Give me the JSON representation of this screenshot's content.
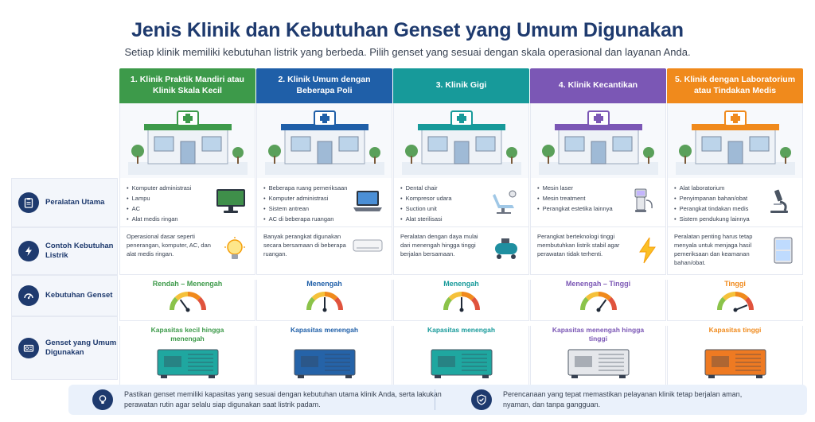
{
  "header": {
    "title": "Jenis Klinik dan Kebutuhan Genset yang Umum Digunakan",
    "subtitle": "Setiap klinik memiliki kebutuhan listrik yang berbeda. Pilih genset yang sesuai dengan skala operasional dan layanan Anda."
  },
  "rows": {
    "equipment": "Peralatan Utama",
    "electric": "Contoh Kebutuhan Listrik",
    "genset_need": "Kebutuhan Genset",
    "genset_used": "Genset yang Umum Digunakan"
  },
  "colors": {
    "navy": "#1e3a6e",
    "green": "#3d9a4a",
    "blue": "#1f5fa8",
    "teal": "#179a9a",
    "purple": "#7b57b5",
    "orange": "#f08a1c"
  },
  "clinics": [
    {
      "title": "1. Klinik Praktik Mandiri atau Klinik Skala Kecil",
      "color": "#3d9a4a",
      "equipment": [
        "Komputer administrasi",
        "Lampu",
        "AC",
        "Alat medis ringan"
      ],
      "need_text": "Operasional dasar seperti penerangan, komputer, AC, dan alat medis ringan.",
      "level": "Rendah – Menengah",
      "level_value": 0.3,
      "genset_label": "Kapasitas kecil hingga menengah",
      "equip_icon": "monitor-icon",
      "need_icon": "lightbulb-icon"
    },
    {
      "title": "2. Klinik Umum dengan Beberapa Poli",
      "color": "#1f5fa8",
      "equipment": [
        "Beberapa ruang pemeriksaan",
        "Komputer administrasi",
        "Sistem antrean",
        "AC di beberapa ruangan"
      ],
      "need_text": "Banyak perangkat digunakan secara bersamaan di beberapa ruangan.",
      "level": "Menengah",
      "level_value": 0.5,
      "genset_label": "Kapasitas menengah",
      "equip_icon": "laptop-icon",
      "need_icon": "air-conditioner-icon"
    },
    {
      "title": "3. Klinik Gigi",
      "color": "#179a9a",
      "equipment": [
        "Dental chair",
        "Kompresor udara",
        "Suction unit",
        "Alat sterilisasi"
      ],
      "need_text": "Peralatan dengan daya mulai dari menengah hingga tinggi berjalan bersamaan.",
      "level": "Menengah",
      "level_value": 0.5,
      "genset_label": "Kapasitas menengah",
      "equip_icon": "dental-chair-icon",
      "need_icon": "compressor-icon"
    },
    {
      "title": "4. Klinik Kecantikan",
      "color": "#7b57b5",
      "equipment": [
        "Mesin laser",
        "Mesin treatment",
        "Perangkat estetika lainnya"
      ],
      "need_text": "Perangkat berteknologi tinggi membutuhkan listrik stabil agar perawatan tidak terhenti.",
      "level": "Menengah – Tinggi",
      "level_value": 0.7,
      "genset_label": "Kapasitas menengah hingga tinggi",
      "equip_icon": "laser-machine-icon",
      "need_icon": "lightning-icon"
    },
    {
      "title": "5. Klinik dengan Laboratorium atau Tindakan Medis",
      "color": "#f08a1c",
      "equipment": [
        "Alat laboratorium",
        "Penyimpanan bahan/obat",
        "Perangkat tindakan medis",
        "Sistem pendukung lainnya"
      ],
      "need_text": "Peralatan penting harus tetap menyala untuk menjaga hasil pemeriksaan dan keamanan bahan/obat.",
      "level": "Tinggi",
      "level_value": 0.88,
      "genset_label": "Kapasitas tinggi",
      "equip_icon": "microscope-icon",
      "need_icon": "refrigerator-icon"
    }
  ],
  "footer": {
    "left": "Pastikan genset memiliki kapasitas yang sesuai dengan kebutuhan utama klinik Anda, serta lakukan perawatan rutin agar selalu siap digunakan saat listrik padam.",
    "right": "Perencanaan yang tepat memastikan pelayanan klinik tetap berjalan aman, nyaman, dan tanpa gangguan."
  }
}
